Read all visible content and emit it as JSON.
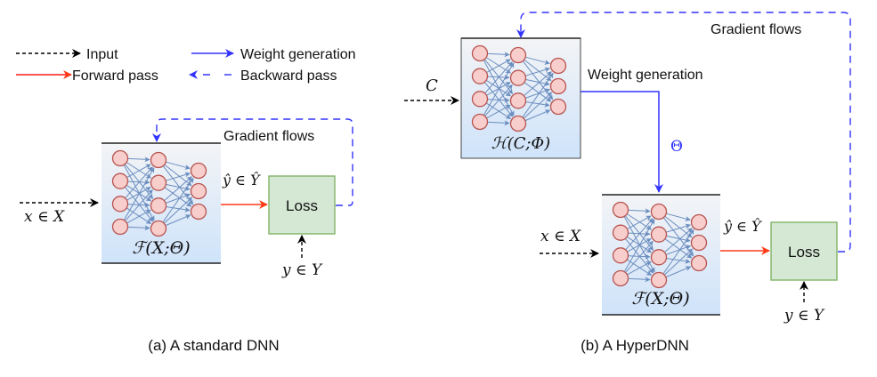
{
  "legend": {
    "input": "Input",
    "weight_generation": "Weight generation",
    "forward_pass": "Forward pass",
    "backward_pass": "Backward pass"
  },
  "colors": {
    "input_arrow": "#000000",
    "weight_arrow": "#3333ff",
    "forward_arrow": "#ff3b1a",
    "backward_arrow": "#3333ff",
    "node_fill": "#f8cecc",
    "node_stroke": "#b85450",
    "edge": "#6c8ebf",
    "box_top": "#f3f4f6",
    "box_bottom": "#cfe3fa",
    "loss_fill": "#d5e8d4",
    "loss_stroke": "#82b366"
  },
  "panel_a": {
    "caption": "(a) A standard DNN",
    "network_label": "ℱ(X;Θ)",
    "input_label": "x ∈ X",
    "output_label": "ŷ ∈ Ŷ",
    "loss_label": "Loss",
    "target_label": "y ∈ Y",
    "gradient_label": "Gradient flows"
  },
  "panel_b": {
    "caption": "(b) A HyperDNN",
    "hyper_label": "ℋ(C;Φ)",
    "hyper_input_label": "C",
    "weight_gen_label": "Weight generation",
    "theta_label": "Θ",
    "network_label": "ℱ(X;Θ)",
    "input_label": "x ∈ X",
    "output_label": "ŷ ∈ Ŷ",
    "loss_label": "Loss",
    "target_label": "y ∈ Y",
    "gradient_label": "Gradient flows"
  },
  "network_layers": [
    4,
    4,
    3
  ]
}
